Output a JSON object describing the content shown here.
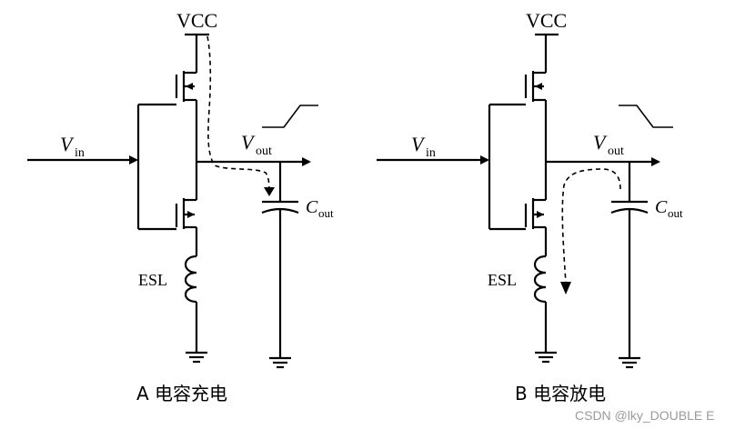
{
  "circuits": [
    {
      "vcc": "VCC",
      "vin_main": "V",
      "vin_sub": "in",
      "vout_main": "V",
      "vout_sub": "out",
      "cout_main": "C",
      "cout_sub": "out",
      "esl": "ESL",
      "caption": "A 电容充电",
      "mode": "charging"
    },
    {
      "vcc": "VCC",
      "vin_main": "V",
      "vin_sub": "in",
      "vout_main": "V",
      "vout_sub": "out",
      "cout_main": "C",
      "cout_sub": "out",
      "esl": "ESL",
      "caption": "B 电容放电",
      "mode": "discharging"
    }
  ],
  "watermark": "CSDN @lky_DOUBLE E"
}
